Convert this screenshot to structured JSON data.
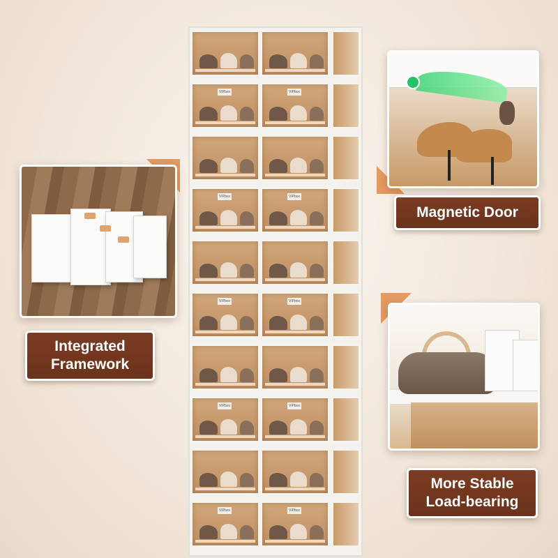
{
  "brand_tag": "VIPbox",
  "labels": {
    "framework": [
      "Integrated",
      "Framework"
    ],
    "magnetic": "Magnetic Door",
    "load": [
      "More Stable",
      "Load-bearing"
    ]
  },
  "colors": {
    "label_bg": "#6f351d",
    "label_text": "#ffffff",
    "accent": "#e08b52",
    "magnet_glow": "#3ed477"
  },
  "icons": {
    "magnet_indicator": "magnet-dot-icon"
  }
}
